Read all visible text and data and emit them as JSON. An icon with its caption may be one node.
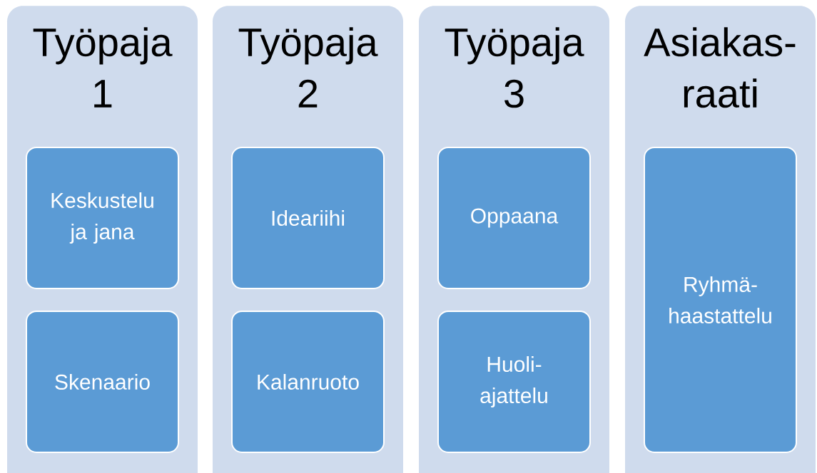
{
  "diagram": {
    "nodes": [
      {
        "text": [
          "Työpaja 1"
        ]
      },
      {
        "text": [
          "Keskustelu ja jana"
        ],
        "in": 0
      },
      {
        "text": [
          "Skenaario"
        ],
        "in": 0
      },
      {
        "text": [
          "Työpaja 2"
        ]
      },
      {
        "text": [
          "Ideariihi"
        ],
        "in": 3
      },
      {
        "text": [
          "Kalanruoto"
        ],
        "in": 3
      },
      {
        "text": [
          "Työpaja 3"
        ]
      },
      {
        "text": [
          "Oppaana"
        ],
        "in": 6
      },
      {
        "text": [
          "Huoli- ajattelu"
        ],
        "in": 6
      },
      {
        "text": [
          "Asiakas- raati"
        ]
      },
      {
        "text": [
          "Ryhmä- haastattelu"
        ],
        "in": 9
      }
    ]
  }
}
